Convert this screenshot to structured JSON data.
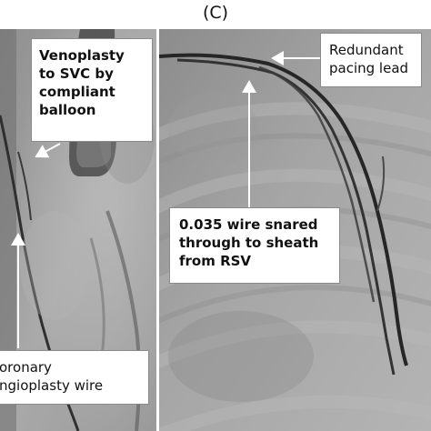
{
  "panel_label": "(C)",
  "callouts": {
    "venoplasty": "Venoplasty\nto SVC by\ncompliant\nballoon",
    "redundant_lead": "Redundant\npacing lead",
    "wire_snared": "0.035 wire snared\nthrough to sheath\nfrom RSV",
    "coronary_wire": "oronary\nngioplasty wire"
  },
  "colors": {
    "background": "#ffffff",
    "xray_dark": "#2a2a2a",
    "xray_light": "#b8b8b8",
    "callout_border": "#8a8a8a",
    "arrow": "#ffffff"
  }
}
